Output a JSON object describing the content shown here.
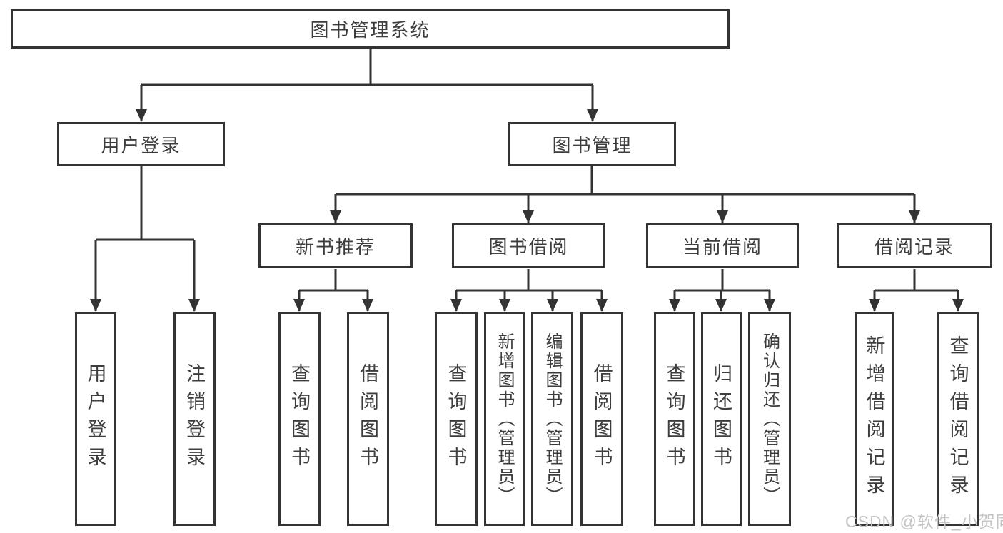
{
  "diagram_title": "图书管理系统",
  "colors": {
    "line": "#333333",
    "box_border": "#333333",
    "box_background": "#ffffff",
    "text": "#3d3d3d",
    "watermark": "#c4c4c4"
  },
  "tree": {
    "root": {
      "label": "图书管理系统"
    },
    "branches": [
      {
        "label": "用户登录",
        "children": [
          {
            "label": "用户登录"
          },
          {
            "label": "注销登录"
          }
        ]
      },
      {
        "label": "图书管理",
        "children": [
          {
            "label": "新书推荐",
            "children": [
              {
                "label": "查询图书"
              },
              {
                "label": "借阅图书"
              }
            ]
          },
          {
            "label": "图书借阅",
            "children": [
              {
                "label": "查询图书"
              },
              {
                "label": "新增图书（管理员）"
              },
              {
                "label": "编辑图书（管理员）"
              },
              {
                "label": "借阅图书"
              }
            ]
          },
          {
            "label": "当前借阅",
            "children": [
              {
                "label": "查询图书"
              },
              {
                "label": "归还图书"
              },
              {
                "label": "确认归还（管理员）"
              }
            ]
          },
          {
            "label": "借阅记录",
            "children": [
              {
                "label": "新增借阅记录"
              },
              {
                "label": "查询借阅记录"
              }
            ]
          }
        ]
      }
    ]
  },
  "watermark": {
    "text": "CSDN @软件_小贺同学"
  }
}
